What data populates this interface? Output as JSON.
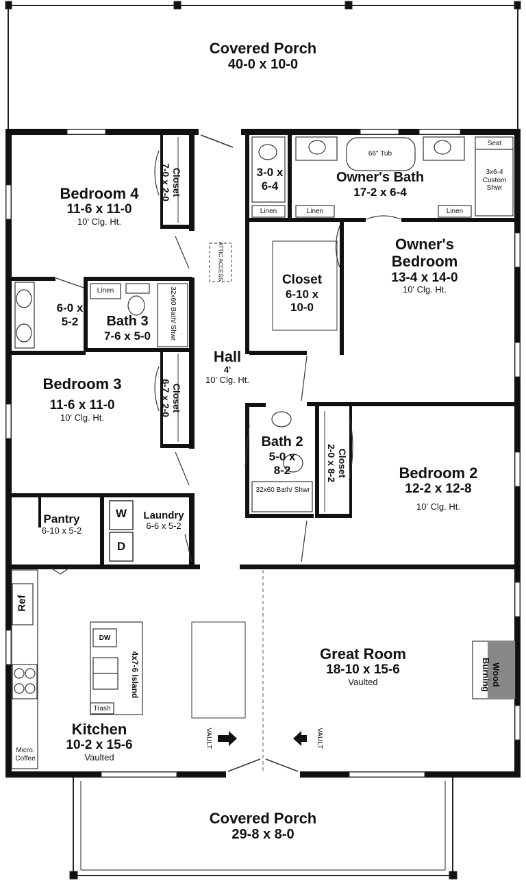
{
  "rooms": {
    "front_porch": {
      "name": "Covered Porch",
      "dims": "40-0 x 10-0"
    },
    "rear_porch": {
      "name": "Covered Porch",
      "dims": "29-8 x 8-0"
    },
    "bedroom4": {
      "name": "Bedroom 4",
      "dims": "11-6 x 11-0",
      "ceiling": "10' Clg. Ht."
    },
    "closet4": {
      "name": "Closet",
      "dims": "7-0 x 2-0"
    },
    "owners_bath": {
      "name": "Owner's Bath",
      "dims": "17-2 x 6-4",
      "tub": "66\" Tub",
      "seat": "Seat",
      "shower": "3x6-4\nCustom\nShwr",
      "linen_a": "Linen",
      "linen_b": "Linen",
      "linen_c": "Linen"
    },
    "wc": {
      "dims_a": "3-0 x",
      "dims_b": "6-4"
    },
    "owners_bedroom": {
      "name_a": "Owner's",
      "name_b": "Bedroom",
      "dims": "13-4 x 14-0",
      "ceiling": "10' Clg. Ht."
    },
    "owners_closet": {
      "name": "Closet",
      "dims_a": "6-10 x",
      "dims_b": "10-0"
    },
    "attic": {
      "label": "ATTIC ACCESS"
    },
    "vanity_room": {
      "dims_a": "6-0 x",
      "dims_b": "5-2"
    },
    "bath3": {
      "name": "Bath 3",
      "dims": "7-6 x 5-0",
      "linen": "Linen",
      "shower": "32x60 Bath/ Shwr"
    },
    "hall": {
      "name": "Hall",
      "dims": "4'",
      "ceiling": "10' Clg. Ht."
    },
    "bedroom3": {
      "name": "Bedroom 3",
      "dims": "11-6 x 11-0",
      "ceiling": "10' Clg. Ht."
    },
    "closet3": {
      "name": "Closet",
      "dims": "6-7 x 2-0"
    },
    "bath2": {
      "name": "Bath 2",
      "dims_a": "5-0 x",
      "dims_b": "8-2",
      "shower": "32x60 Bath/ Shwr"
    },
    "closet2": {
      "name": "Closet",
      "dims": "2-0 x 8-2"
    },
    "bedroom2": {
      "name": "Bedroom 2",
      "dims": "12-2 x 12-8",
      "ceiling": "10' Clg. Ht."
    },
    "pantry": {
      "name": "Pantry",
      "dims": "6-10 x 5-2"
    },
    "laundry": {
      "name": "Laundry",
      "dims": "6-6 x 5-2",
      "washer": "W",
      "dryer": "D"
    },
    "kitchen": {
      "name": "Kitchen",
      "dims": "10-2 x 15-6",
      "note": "Vaulted",
      "ref": "Ref",
      "dw": "DW",
      "island": "4x7-6 Island",
      "trash": "Trash",
      "micro": "Micro.",
      "coffee": "Coffee"
    },
    "great_room": {
      "name": "Great Room",
      "dims": "18-10 x 15-6",
      "note": "Vaulted",
      "fireplace": "Wood Burning"
    },
    "vault_left": {
      "label": "VAULT"
    },
    "vault_right": {
      "label": "VAULT"
    }
  }
}
